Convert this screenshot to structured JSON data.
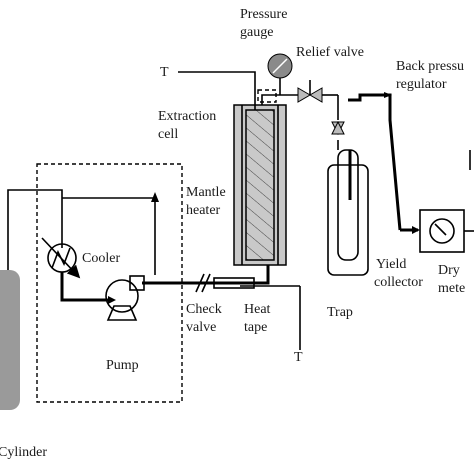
{
  "labels": {
    "pressure_gauge_1": "Pressure",
    "pressure_gauge_2": "gauge",
    "relief_valve": "Relief valve",
    "back_pressure_1": "Back pressu",
    "back_pressure_2": "regulator",
    "extraction_cell_1": "Extraction",
    "extraction_cell_2": "cell",
    "mantle_heater_1": "Mantle",
    "mantle_heater_2": "heater",
    "cooler": "Cooler",
    "pump": "Pump",
    "cylinder": "Cylinder",
    "check_valve_1": "Check",
    "check_valve_2": "valve",
    "heat_tape_1": "Heat",
    "heat_tape_2": "tape",
    "trap": "Trap",
    "yield_collector_1": "Yield",
    "yield_collector_2": "collector",
    "dry_meter_1": "Dry",
    "dry_meter_2": "mete",
    "thermocouple_top": "T",
    "thermocouple_bottom": "T"
  },
  "colors": {
    "cylinder_fill": "#9a9a9a",
    "cell_fill": "#d0d0d0",
    "gauge_fill": "#8a8a8a"
  }
}
